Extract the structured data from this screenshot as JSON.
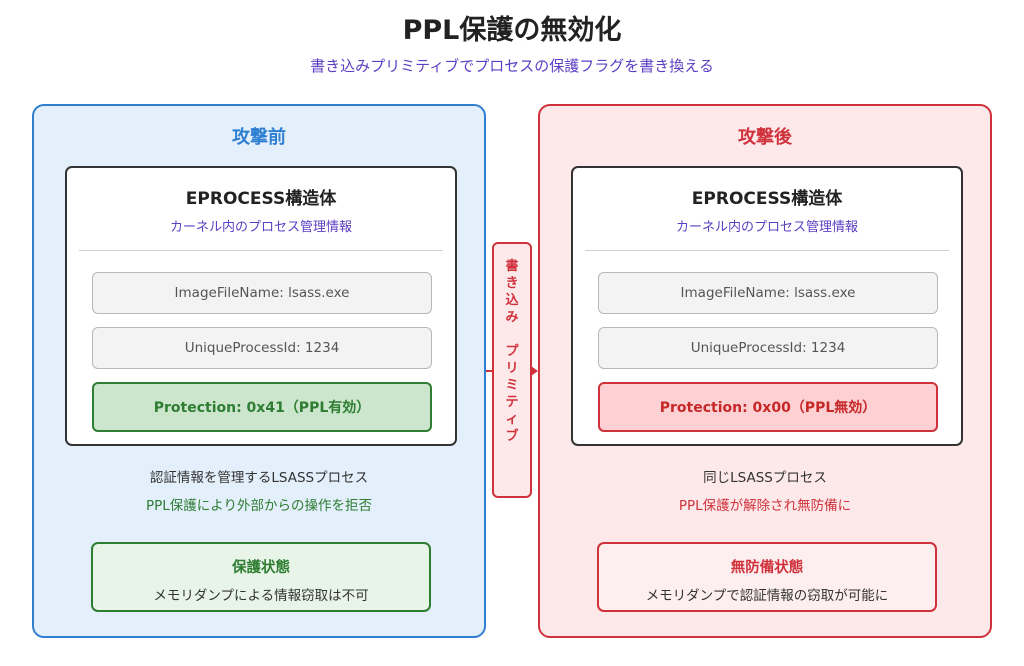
{
  "header": {
    "title": "PPL保護の無効化",
    "subtitle": "書き込みプリミティブでプロセスの保護フラグを書き換える"
  },
  "colors": {
    "before_accent": "#2f7fd1",
    "after_accent": "#d0323c",
    "protected_green": "#2e7d32",
    "subtitle_purple": "#5b3fc4"
  },
  "before": {
    "title": "攻撃前",
    "eprocess": {
      "title": "EPROCESS構造体",
      "subtitle": "カーネル内のプロセス管理情報",
      "image_file_name": "ImageFileName: lsass.exe",
      "process_id": "UniqueProcessId: 1234",
      "protection": "Protection: 0x41（PPL有効）"
    },
    "desc1": "認証情報を管理するLSASSプロセス",
    "desc2": "PPL保護により外部からの操作を拒否",
    "state": {
      "title": "保護状態",
      "desc": "メモリダンプによる情報窃取は不可"
    }
  },
  "primitive": {
    "chars": [
      "書",
      "き",
      "込",
      "み",
      "",
      "プ",
      "リ",
      "ミ",
      "テ",
      "ィ",
      "ブ"
    ]
  },
  "after": {
    "title": "攻撃後",
    "eprocess": {
      "title": "EPROCESS構造体",
      "subtitle": "カーネル内のプロセス管理情報",
      "image_file_name": "ImageFileName: lsass.exe",
      "process_id": "UniqueProcessId: 1234",
      "protection": "Protection: 0x00（PPL無効）"
    },
    "desc1": "同じLSASSプロセス",
    "desc2": "PPL保護が解除され無防備に",
    "state": {
      "title": "無防備状態",
      "desc": "メモリダンプで認証情報の窃取が可能に"
    }
  }
}
